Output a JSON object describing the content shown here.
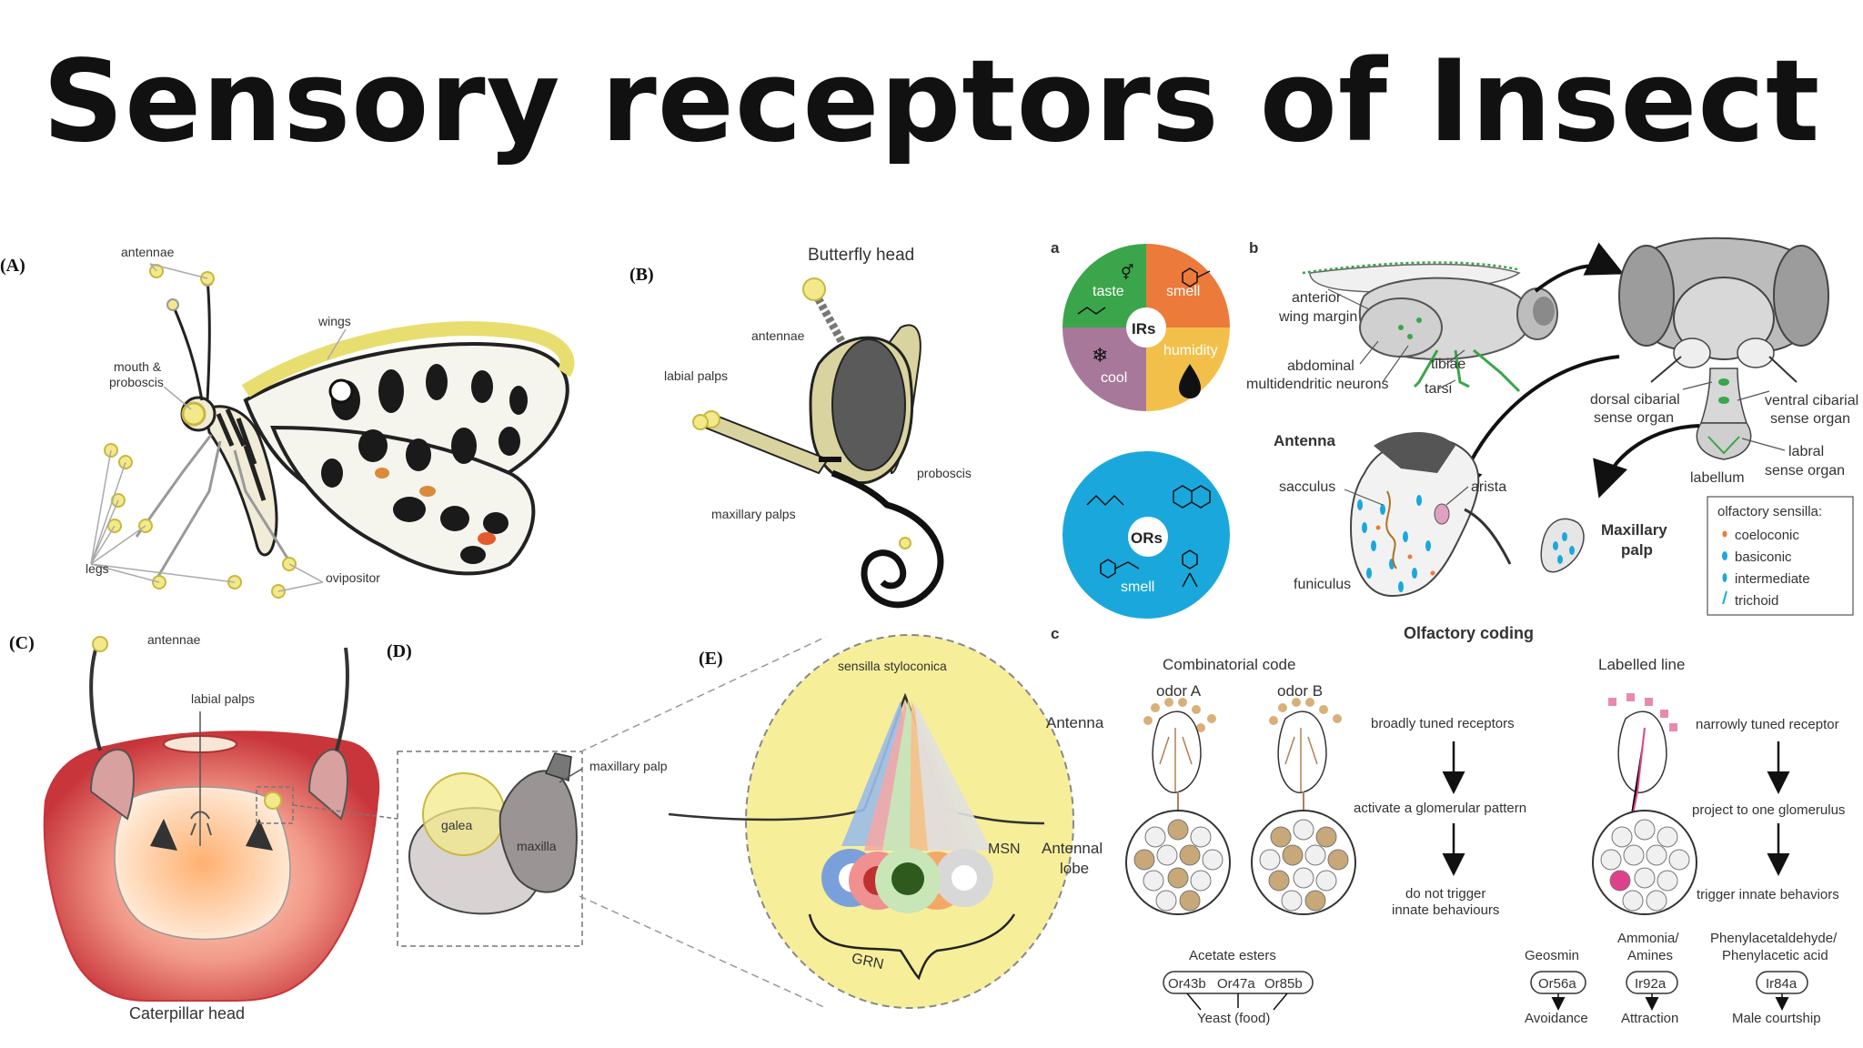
{
  "title": "Sensory receptors of Insect",
  "colors": {
    "yellow": "#f3e98a",
    "taste_green": "#3aa54a",
    "smell_orange": "#ec7a3a",
    "cool_purple": "#a8789a",
    "humidity_yellow": "#f2c04a",
    "ors_blue": "#1aa8dc",
    "caterpillar_red": "#d8484a",
    "sensilla_yellow": "#f7ee9a"
  },
  "panelA": {
    "letter": "(A)",
    "antennae": "antennae",
    "wings": "wings",
    "mouth": "mouth &",
    "proboscis": "proboscis",
    "legs": "legs",
    "ovipositor": "ovipositor"
  },
  "panelB": {
    "letter": "(B)",
    "title": "Butterfly head",
    "antennae": "antennae",
    "labial_palps": "labial palps",
    "proboscis": "proboscis",
    "maxillary_palps": "maxillary palps"
  },
  "panelC": {
    "letter": "(C)",
    "antennae": "antennae",
    "labial_palps": "labial palps",
    "caption": "Caterpillar head"
  },
  "panelD": {
    "letter": "(D)",
    "maxillary_palp": "maxillary palp",
    "galea": "galea",
    "maxilla": "maxilla"
  },
  "panelE": {
    "letter": "(E)",
    "sensilla": "sensilla styloconica",
    "msn": "MSN",
    "grn": "GRN"
  },
  "fig_a": {
    "letter": "a",
    "taste": "taste",
    "smell": "smell",
    "irs": "IRs",
    "cool": "cool",
    "humidity": "humidity",
    "ors": "ORs",
    "ors_smell": "smell"
  },
  "fig_b": {
    "letter": "b",
    "anterior": "anterior",
    "wing_margin": "wing margin",
    "abdominal": "abdominal",
    "multidendritic": "multidendritic neurons",
    "tibiae": "tibiae",
    "tarsi": "tarsi",
    "antenna_head": "Antenna",
    "sacculus": "sacculus",
    "arista": "arista",
    "funiculus": "funiculus",
    "dorsal1": "dorsal cibarial",
    "dorsal2": "sense organ",
    "ventral1": "ventral cibarial",
    "ventral2": "sense organ",
    "labral1": "labral",
    "labral2": "sense organ",
    "labellum": "labellum",
    "maxillary1": "Maxillary",
    "maxillary2": "palp",
    "legend_title": "olfactory sensilla:",
    "legend_items": [
      "coeloconic",
      "basiconic",
      "intermediate",
      "trichoid"
    ]
  },
  "fig_c": {
    "letter": "c",
    "title": "Olfactory coding",
    "combinatorial": "Combinatorial code",
    "labelled": "Labelled line",
    "odorA": "odor A",
    "odorB": "odor B",
    "antenna": "Antenna",
    "antennal1": "Antennal",
    "antennal2": "lobe",
    "broad": "broadly tuned receptors",
    "activate": "activate a glomerular pattern",
    "donot1": "do not trigger",
    "donot2": "innate behaviours",
    "narrow": "narrowly tuned receptor",
    "project": "project to one glomerulus",
    "trigger": "trigger innate behaviors",
    "acetate": "Acetate esters",
    "or43b": "Or43b",
    "or47a": "Or47a",
    "or85b": "Or85b",
    "yeast": "Yeast (food)",
    "geosmin": "Geosmin",
    "or56a": "Or56a",
    "avoidance": "Avoidance",
    "ammonia1": "Ammonia/",
    "ammonia2": "Amines",
    "ir92a": "Ir92a",
    "attraction": "Attraction",
    "phenyl1": "Phenylacetaldehyde/",
    "phenyl2": "Phenylacetic acid",
    "ir84a": "Ir84a",
    "courtship": "Male courtship"
  }
}
